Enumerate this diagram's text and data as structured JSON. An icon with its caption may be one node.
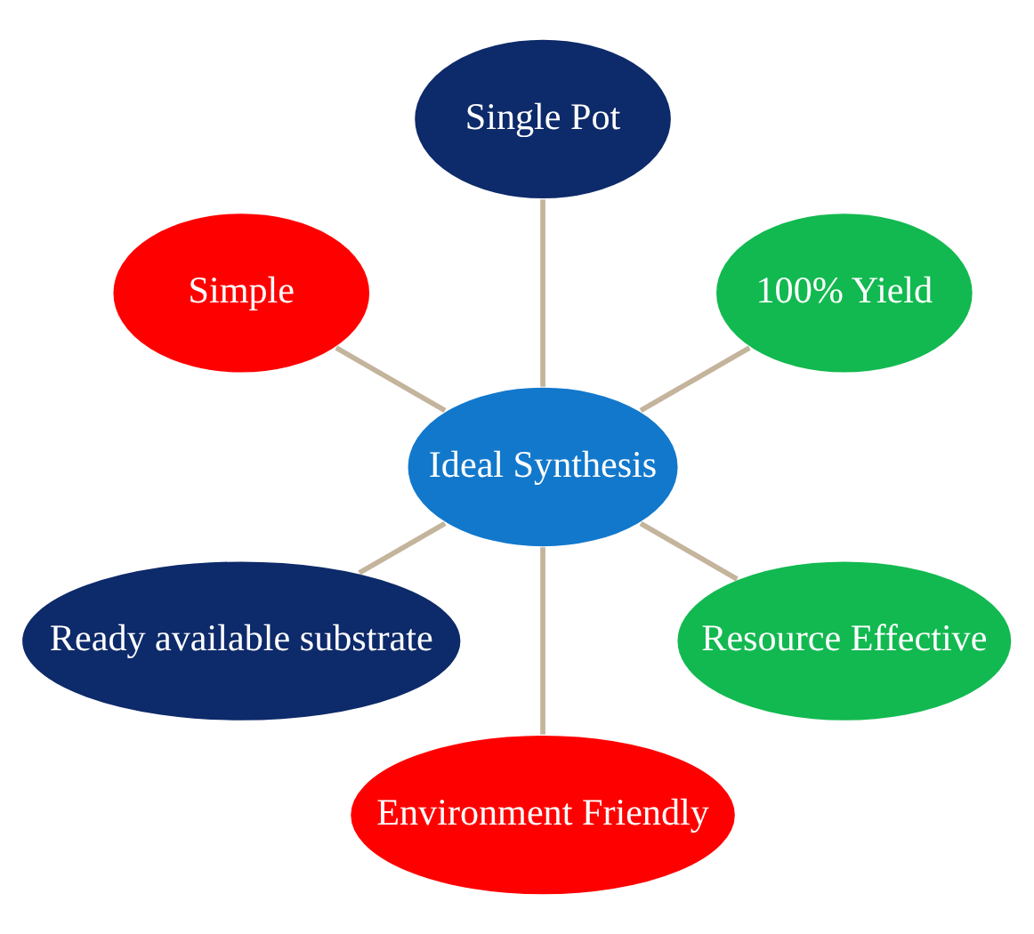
{
  "diagram": {
    "nodes": [
      {
        "text": [
          "100% Yield"
        ]
      },
      {
        "text": [
          "Single Pot"
        ]
      },
      {
        "text": [
          "Simple"
        ]
      },
      {
        "text": [
          "Ideal Synthesis"
        ]
      },
      {
        "text": [
          "Ready available substrate"
        ]
      },
      {
        "text": [
          "Environment Friendly"
        ]
      },
      {
        "text": [
          "Resource Effective"
        ]
      }
    ],
    "edges": [
      {
        "from": 3,
        "to": 0,
        "arrow": "none"
      },
      {
        "from": 3,
        "to": 2,
        "arrow": "none"
      },
      {
        "from": 3,
        "to": 4,
        "arrow": "none"
      },
      {
        "from": 3,
        "to": 6,
        "arrow": "none"
      },
      {
        "from": 3,
        "to": 5,
        "arrow": "none"
      },
      {
        "from": 3,
        "to": 1,
        "arrow": "none"
      }
    ]
  }
}
